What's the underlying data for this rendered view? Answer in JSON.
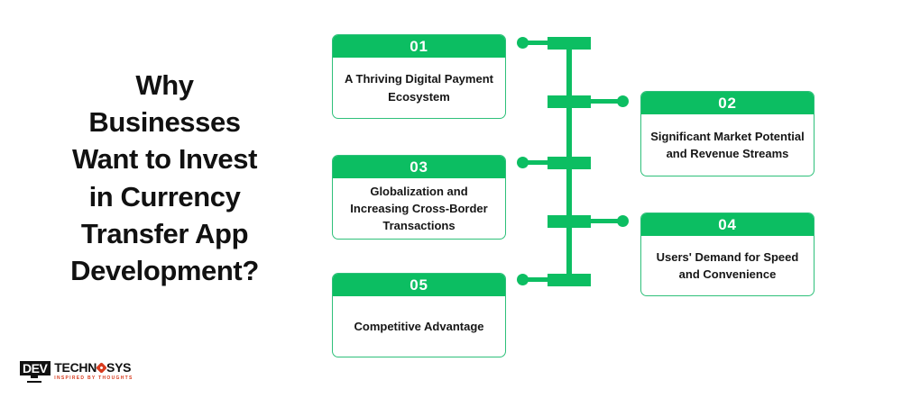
{
  "title": {
    "lines": [
      "Why",
      "Businesses",
      "Want to Invest",
      "in Currency",
      "Transfer App",
      "Development?"
    ],
    "full_text": "Why Businesses Want to Invest in Currency Transfer App Development?"
  },
  "theme": {
    "accent_green": "#0CBE62",
    "border_green": "#2EC07A",
    "text_dark": "#161616",
    "logo_red": "#D83B1E",
    "background": "#FFFFFF"
  },
  "cards": [
    {
      "number": "01",
      "text": "A Thriving Digital Payment Ecosystem",
      "side": "left",
      "connector": "dot-left"
    },
    {
      "number": "02",
      "text": "Significant Market Potential and Revenue Streams",
      "side": "right",
      "connector": "dot-right"
    },
    {
      "number": "03",
      "text": "Globalization and Increasing Cross-Border Transactions",
      "side": "left",
      "connector": "dot-left"
    },
    {
      "number": "04",
      "text": "Users' Demand for Speed and Convenience",
      "side": "right",
      "connector": "dot-right"
    },
    {
      "number": "05",
      "text": "Competitive Advantage",
      "side": "left",
      "connector": "dot-left"
    }
  ],
  "logo": {
    "mark": "DEV",
    "word_left": "TECHN",
    "word_right": "SYS",
    "gear_icon": "gear-icon",
    "tagline": "INSPIRED BY THOUGHTS"
  }
}
